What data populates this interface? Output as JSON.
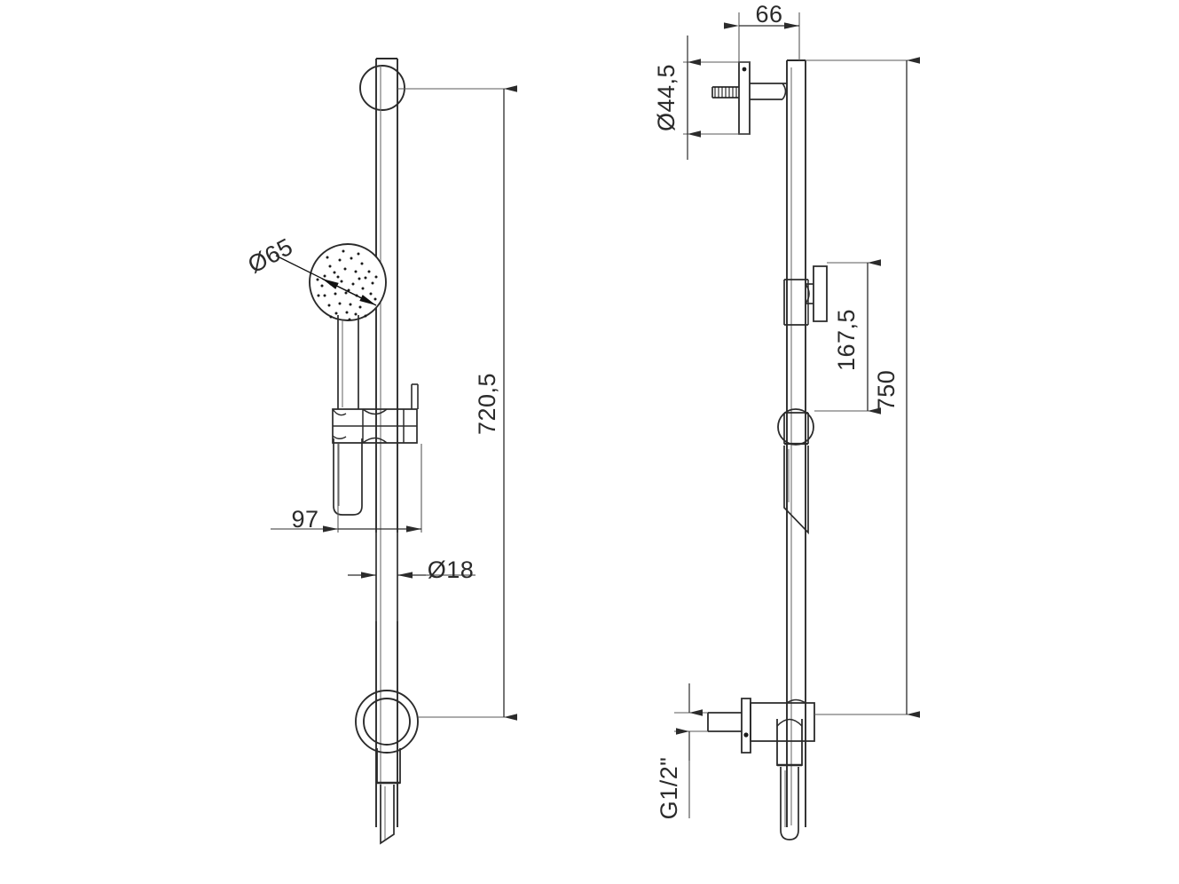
{
  "drawing": {
    "title": "Shower rail set — technical dimension drawing",
    "type": "2D orthographic engineering drawing",
    "units": "mm",
    "line_color": "#2b2b2b",
    "background_color": "#ffffff",
    "views": [
      {
        "name": "front-view",
        "position": "left",
        "description": "Front elevation of shower rail with handset, slider and wall outlet"
      },
      {
        "name": "side-view",
        "position": "right",
        "description": "Side elevation of shower rail showing wall bracket, holder and wall outlet"
      }
    ]
  },
  "dimensions": {
    "head_diameter": "Ø65",
    "overall_height_front": "720,5",
    "projection_97": "97",
    "rail_diameter": "Ø18",
    "bracket_width": "66",
    "flange_diameter": "Ø44,5",
    "holder_offset": "167,5",
    "overall_height_side": "750",
    "thread_size": "G1/2\""
  },
  "annotations": [
    {
      "id": "dia-65",
      "label": "Ø65",
      "target": "shower-head",
      "style": "leader-arrow-both"
    },
    {
      "id": "h-720-5",
      "label": "720,5",
      "target": "front-view-rail-extent",
      "style": "vertical-dim"
    },
    {
      "id": "w-97",
      "label": "97",
      "target": "handset-projection",
      "style": "horizontal-dim"
    },
    {
      "id": "dia-18",
      "label": "Ø18",
      "target": "rail-tube",
      "style": "horizontal-dim"
    },
    {
      "id": "w-66",
      "label": "66",
      "target": "wall-bracket-projection",
      "style": "horizontal-dim"
    },
    {
      "id": "dia-44-5",
      "label": "Ø44,5",
      "target": "bracket-flange",
      "style": "vertical-dim-rotated"
    },
    {
      "id": "h-167-5",
      "label": "167,5",
      "target": "holder-to-outlet",
      "style": "vertical-dim"
    },
    {
      "id": "h-750",
      "label": "750",
      "target": "side-view-rail-extent",
      "style": "vertical-dim"
    },
    {
      "id": "thread-g12",
      "label": "G1/2\"",
      "target": "wall-outlet-thread",
      "style": "vertical-dim-rotated"
    }
  ]
}
